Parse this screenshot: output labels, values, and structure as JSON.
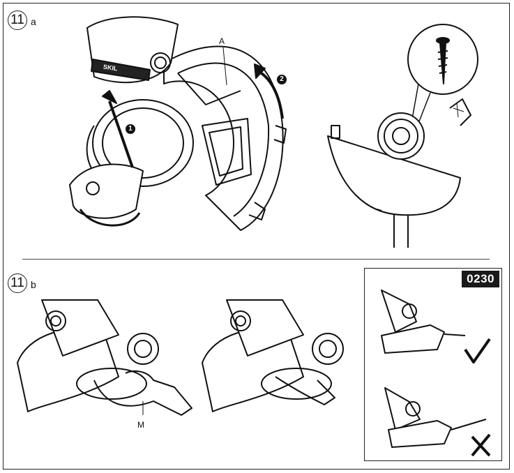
{
  "figure": {
    "top": {
      "step_number": "11",
      "sub_label": "a",
      "label_a": "A",
      "callout_1": "1",
      "callout_2": "2",
      "brand": "SKIL"
    },
    "bottom": {
      "step_number": "11",
      "sub_label": "b",
      "label_m": "M",
      "inset_code": "0230"
    }
  },
  "colors": {
    "ink": "#1a1a1a",
    "paper": "#ffffff"
  },
  "icons": {
    "correct": "check-mark-icon",
    "incorrect": "cross-mark-icon",
    "step": "circled-number-icon"
  }
}
